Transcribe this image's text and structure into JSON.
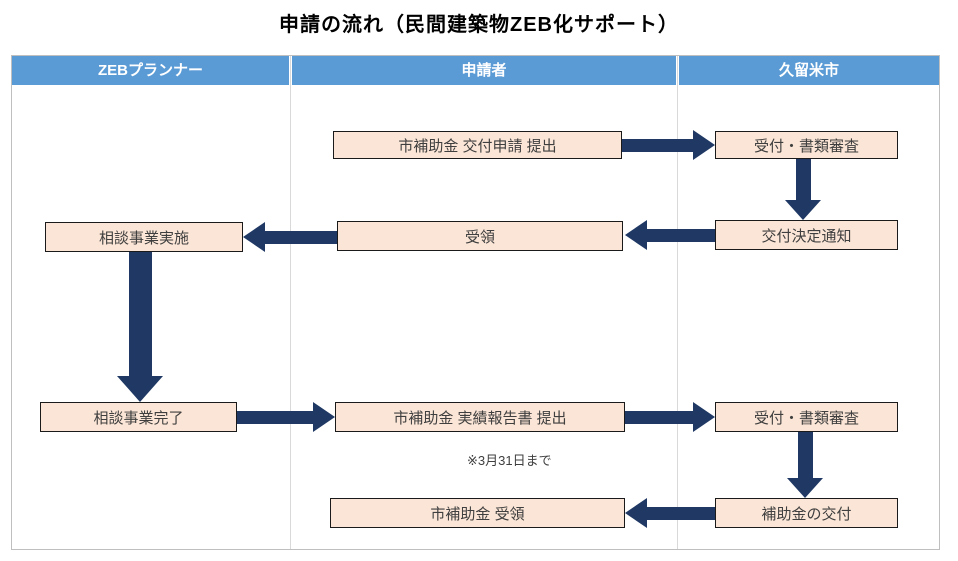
{
  "title": "申請の流れ（民間建築物ZEB化サポート）",
  "lanes": {
    "left": "ZEBプランナー",
    "middle": "申請者",
    "right": "久留米市"
  },
  "boxes": {
    "b1": "市補助金 交付申請 提出",
    "b2": "受付・書類審査",
    "b3": "交付決定通知",
    "b4": "受領",
    "b5": "相談事業実施",
    "b6": "相談事業完了",
    "b7": "市補助金 実績報告書 提出",
    "b8": "受付・書類審査",
    "b9": "補助金の交付",
    "b10": "市補助金 受領"
  },
  "annotation": "※3月31日まで",
  "colors": {
    "navy": "#1f3864",
    "header-blue": "#5b9bd5",
    "box-fill": "#fbe5d6",
    "box-border": "#1a1a1a",
    "grid-gray": "#bfbfbf",
    "divider-gray": "#d9d9d9",
    "text-dark": "#3f3f3f"
  }
}
